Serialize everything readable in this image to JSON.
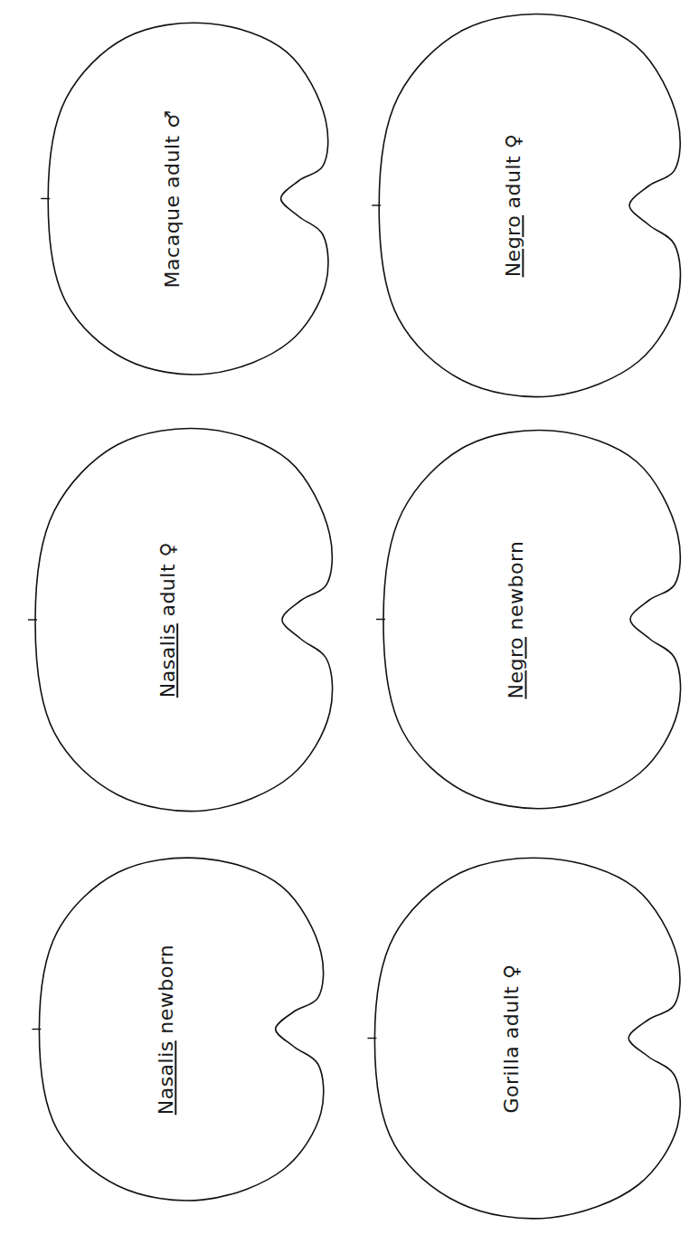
{
  "diagram": {
    "nodes": [
      {
        "text": [
          "Macaque adult ♂"
        ]
      },
      {
        "text": [
          "Negro adult ♀"
        ]
      },
      {
        "text": [
          "Nasalis adult ♀"
        ]
      },
      {
        "text": [
          "Negro newborn"
        ]
      },
      {
        "text": [
          "Nasalis newborn"
        ]
      },
      {
        "text": [
          "Gorilla adult ♀"
        ]
      }
    ]
  }
}
